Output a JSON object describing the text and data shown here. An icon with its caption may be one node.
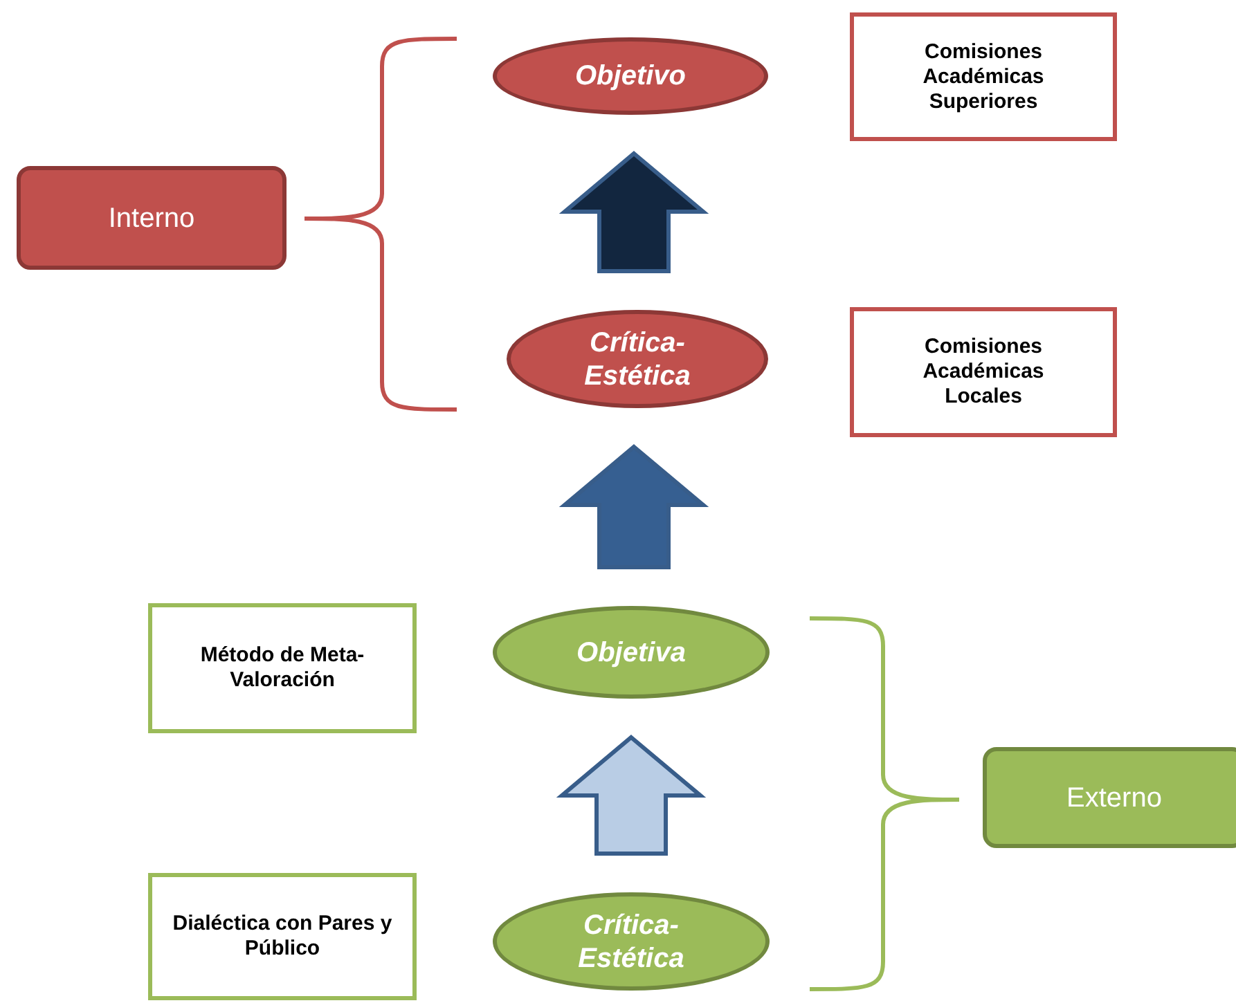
{
  "diagram": {
    "nodes": [
      {
        "text": [
          "Objetivo"
        ]
      },
      {
        "text": [
          "Comisiones Académicas Superiores"
        ]
      },
      {
        "text": [
          "Interno"
        ]
      },
      {
        "text": [
          "Crítica-Estética"
        ]
      },
      {
        "text": [
          "Comisiones Académicas Locales"
        ]
      },
      {
        "text": [
          "Método de Meta-Valoración"
        ]
      },
      {
        "text": [
          "Objetiva"
        ]
      },
      {
        "text": [
          "Externo"
        ]
      },
      {
        "text": [
          "Dialéctica con Pares y Público"
        ]
      },
      {
        "text": [
          "Crítica-Estética"
        ]
      }
    ],
    "edges": [
      {
        "from": 3,
        "to": 0,
        "arrow": "to",
        "color": "#12263f"
      },
      {
        "from": 6,
        "to": 3,
        "arrow": "to",
        "color": "#365f91"
      },
      {
        "from": 9,
        "to": 6,
        "arrow": "to",
        "color": "#b9cde5"
      }
    ]
  }
}
